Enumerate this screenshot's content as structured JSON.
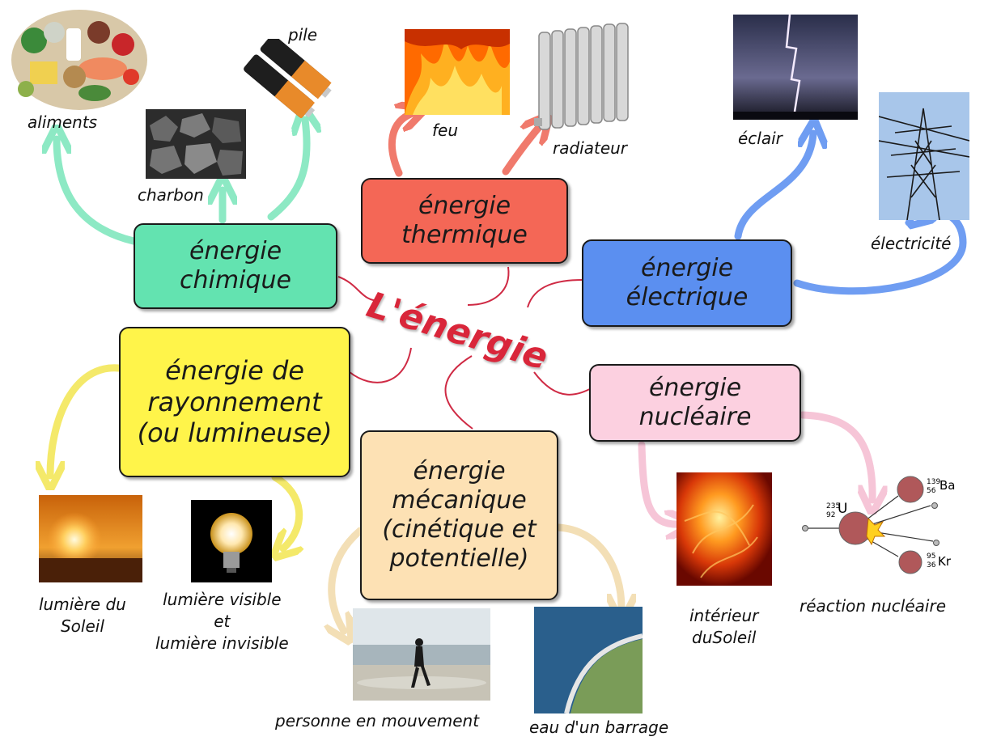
{
  "title": "L'énergie",
  "colors": {
    "title": "#d9263a",
    "connector": "#cf2a44",
    "chimique": "#63e3b0",
    "thermique": "#f46756",
    "electrique": "#5b8ff0",
    "rayonnement": "#fff44a",
    "mecanique": "#fde1b4",
    "nucleaire": "#fcd0e0",
    "arrow_green": "#8de9c4",
    "arrow_red": "#f07a6c",
    "arrow_blue": "#6f9df2",
    "arrow_yellow": "#f4e96a",
    "arrow_beige": "#f3dfb6",
    "arrow_pink": "#f6c5d7"
  },
  "boxes": {
    "chimique": {
      "lines": [
        "énergie",
        "chimique"
      ]
    },
    "thermique": {
      "lines": [
        "énergie",
        "thermique"
      ]
    },
    "electrique": {
      "lines": [
        "énergie",
        "électrique"
      ]
    },
    "rayonnement": {
      "lines": [
        "énergie de",
        "rayonnement",
        "(ou lumineuse)"
      ]
    },
    "mecanique": {
      "lines": [
        "énergie",
        "mécanique",
        "(cinétique et",
        "potentielle)"
      ]
    },
    "nucleaire": {
      "lines": [
        "énergie",
        "nucléaire"
      ]
    }
  },
  "captions": {
    "aliments": "aliments",
    "charbon": "charbon",
    "pile": "pile",
    "feu": "feu",
    "radiateur": "radiateur",
    "eclair": "éclair",
    "electricite": "électricité",
    "lumiere_soleil": [
      "lumière du",
      "Soleil"
    ],
    "lumiere_visible": [
      "lumière visible",
      "et",
      "lumière invisible"
    ],
    "personne": "personne en mouvement",
    "barrage": "eau d'un barrage",
    "interieur_soleil": [
      "intérieur",
      "duSoleil"
    ],
    "reaction": "réaction nucléaire"
  },
  "reaction_labels": {
    "uranium": "U",
    "uranium_mass": "235",
    "uranium_z": "92",
    "barium": "Ba",
    "barium_mass": "139",
    "barium_z": "56",
    "krypton": "Kr",
    "krypton_mass": "95",
    "krypton_z": "36"
  },
  "icons": [
    "food-photo",
    "coal-photo",
    "battery-photo",
    "fire-photo",
    "radiator-photo",
    "lightning-photo",
    "pylon-photo",
    "sun-photo",
    "lightbulb-photo",
    "person-beach-photo",
    "dam-photo",
    "sun-interior-photo",
    "fission-diagram"
  ]
}
